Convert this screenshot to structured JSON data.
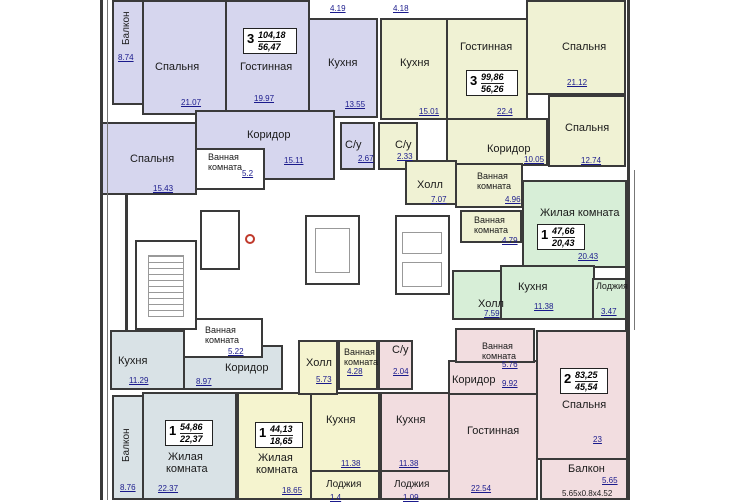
{
  "colors": {
    "lavender": "#d6d6ee",
    "cream": "#f0f2d4",
    "mint": "#d7eed7",
    "bluegray": "#d9e2e6",
    "pink": "#f2dde0",
    "yellow": "#f5f4cf",
    "white": "#ffffff",
    "wall": "#3a3a3a",
    "area_text": "#1a1a8c"
  },
  "apt_3a": {
    "rooms": "3",
    "total": "104,18",
    "living": "56,47"
  },
  "apt_3b": {
    "rooms": "3",
    "total": "99,86",
    "living": "56,26"
  },
  "apt_1a": {
    "rooms": "1",
    "total": "47,66",
    "living": "20,43"
  },
  "apt_1b": {
    "rooms": "1",
    "total": "54,86",
    "living": "22,37"
  },
  "apt_1c": {
    "rooms": "1",
    "total": "44,13",
    "living": "18,65"
  },
  "apt_2a": {
    "rooms": "2",
    "total": "83,25",
    "living": "45,54"
  },
  "labels": {
    "balcony_tl": "Балкон",
    "bedroom_1": "Спальня",
    "living_1": "Гостинная",
    "kitchen_1": "Кухня",
    "kitchen_2": "Кухня",
    "living_2": "Гостинная",
    "bedroom_2": "Спальня",
    "bedroom_3": "Спальня",
    "corridor_1": "Коридор",
    "bath_1a": "Ванная",
    "bath_1b": "комната",
    "wc_1": "С/у",
    "wc_2": "С/у",
    "corridor_2": "Коридор",
    "bedroom_4": "Спальня",
    "hall_1": "Холл",
    "bath_2a": "Ванная",
    "bath_2b": "комната",
    "bath_3a": "Ванная",
    "bath_3b": "комната",
    "living_room_1": "Жилая комната",
    "kitchen_3": "Кухня",
    "loggia_1": "Лоджия",
    "hall_2": "Холл",
    "bath_4a": "Ванная",
    "bath_4b": "комната",
    "kitchen_4": "Кухня",
    "corridor_3": "Коридор",
    "hall_3": "Холл",
    "bath_5a": "Ванная",
    "bath_5b": "комната",
    "wc_3": "С/у",
    "bath_6a": "Ванная",
    "bath_6b": "комната",
    "corridor_4": "Коридор",
    "bedroom_5": "Спальня",
    "balcony_bl": "Балкон",
    "living_room_2a": "Жилая",
    "living_room_2b": "комната",
    "living_room_3a": "Жилая",
    "living_room_3b": "комната",
    "kitchen_5": "Кухня",
    "kitchen_6": "Кухня",
    "living_3": "Гостинная",
    "loggia_2": "Лоджия",
    "loggia_3": "Лоджия",
    "balcony_br": "Балкон",
    "dims": "5.65х0.8х4.52"
  },
  "areas": {
    "a_8_74": "8.74",
    "a_4_19": "4.19",
    "a_4_18": "4.18",
    "a_21_07": "21.07",
    "a_19_97": "19.97",
    "a_13_55": "13.55",
    "a_15_01": "15.01",
    "a_22_4": "22.4",
    "a_21_12": "21.12",
    "a_15_43": "15.43",
    "a_15_11": "15.11",
    "a_5_2": "5.2",
    "a_2_67": "2.67",
    "a_2_33": "2.33",
    "a_10_05": "10.05",
    "a_12_74": "12.74",
    "a_7_07": "7.07",
    "a_4_96": "4.96",
    "a_4_79": "4.79",
    "a_20_43": "20.43",
    "a_11_38a": "11.38",
    "a_3_47": "3.47",
    "a_7_59": "7.59",
    "a_5_22": "5.22",
    "a_11_29": "11.29",
    "a_8_97": "8.97",
    "a_5_73": "5.73",
    "a_4_28": "4.28",
    "a_2_04": "2.04",
    "a_5_76": "5.76",
    "a_9_92": "9.92",
    "a_23": "23",
    "a_8_76": "8.76",
    "a_22_37": "22.37",
    "a_18_65": "18.65",
    "a_11_38b": "11.38",
    "a_11_38c": "11.38",
    "a_22_54": "22.54",
    "a_5_65": "5.65",
    "a_1_4": "1.4",
    "a_1_09": "1.09"
  }
}
